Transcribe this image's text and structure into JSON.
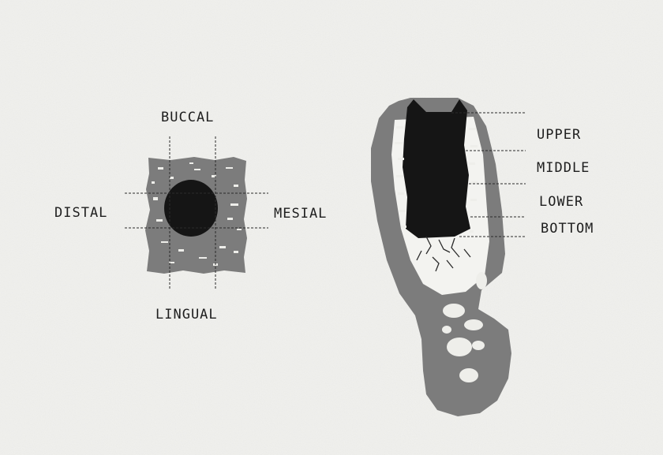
{
  "colors": {
    "background": "#f1f1ee",
    "bone": "#7c7c7c",
    "implant": "#151515",
    "label": "#1e1e1e"
  },
  "axial_section": {
    "label_buccal": "BUCCAL",
    "label_distal": "DISTAL",
    "label_mesial": "MESIAL",
    "label_lingual": "LINGUAL"
  },
  "coronal_section": {
    "label_upper": "UPPER",
    "label_middle": "MIDDLE",
    "label_lower": "LOWER",
    "label_bottom": "BOTTOM"
  }
}
